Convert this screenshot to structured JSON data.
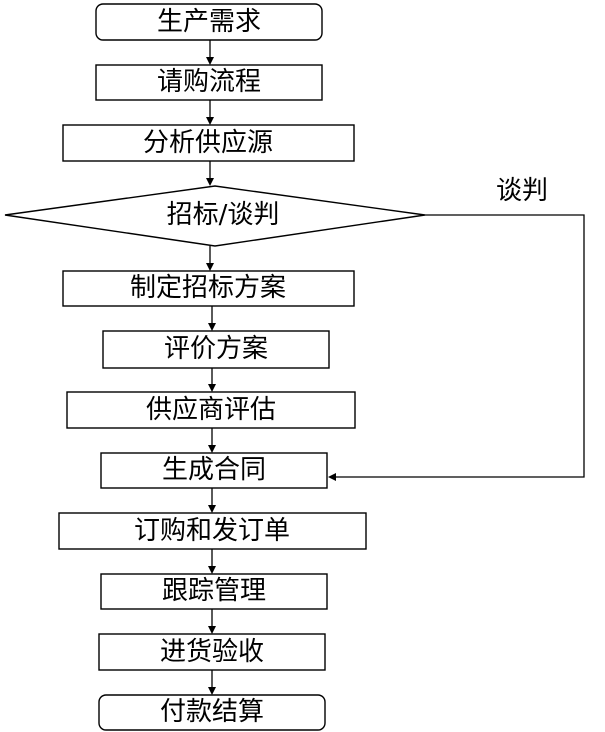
{
  "flowchart": {
    "steps": {
      "demand": "生产需求",
      "requisition": "请购流程",
      "analyze_sources": "分析供应源",
      "bid_negotiate": "招标/谈判",
      "make_bid_plan": "制定招标方案",
      "evaluate_plan": "评价方案",
      "supplier_eval": "供应商评估",
      "contract": "生成合同",
      "order": "订购和发订单",
      "tracking": "跟踪管理",
      "receiving": "进货验收",
      "payment": "付款结算"
    },
    "branch_label": "谈判"
  }
}
